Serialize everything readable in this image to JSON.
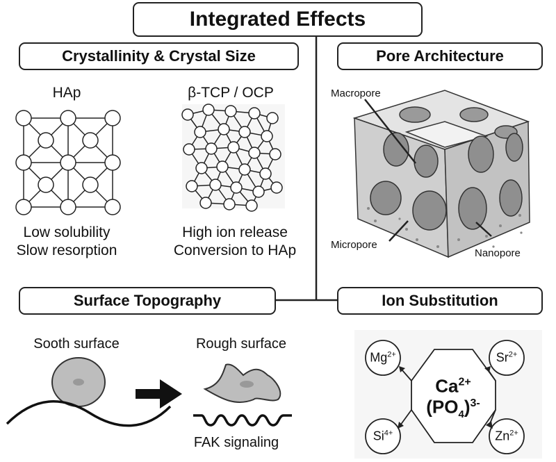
{
  "title": "Integrated Effects",
  "sections": {
    "crystal": {
      "heading": "Crystallinity & Crystal Size",
      "hap_label": "HAp",
      "hap_desc": [
        "Low solubility",
        "Slow resorption"
      ],
      "tcp_label": "β-TCP / OCP",
      "tcp_desc": [
        "High ion release",
        "Conversion to HAp"
      ]
    },
    "pore": {
      "heading": "Pore Architecture",
      "labels": {
        "macro": "Macropore",
        "micro": "Micropore",
        "nano": "Nanopore"
      }
    },
    "surface": {
      "heading": "Surface Topography",
      "smooth_label": "Sooth surface",
      "rough_label": "Rough surface",
      "signal_label": "FAK signaling"
    },
    "ion": {
      "heading": "Ion Substitution",
      "core_ca": "Ca",
      "core_ca_charge": "2+",
      "core_po4": "(PO",
      "core_po4_sub": "4",
      "core_po4_close": ")",
      "core_po4_charge": "3-",
      "ions": [
        {
          "symbol": "Mg",
          "charge": "2+"
        },
        {
          "symbol": "Sr",
          "charge": "2+"
        },
        {
          "symbol": "Si",
          "charge": "4+"
        },
        {
          "symbol": "Zn",
          "charge": "2+"
        }
      ]
    }
  },
  "colors": {
    "line": "#222222",
    "cube_top": "#d9d9d9",
    "cube_side": "#bdbdbd",
    "cell_fill": "#bdbdbd"
  }
}
